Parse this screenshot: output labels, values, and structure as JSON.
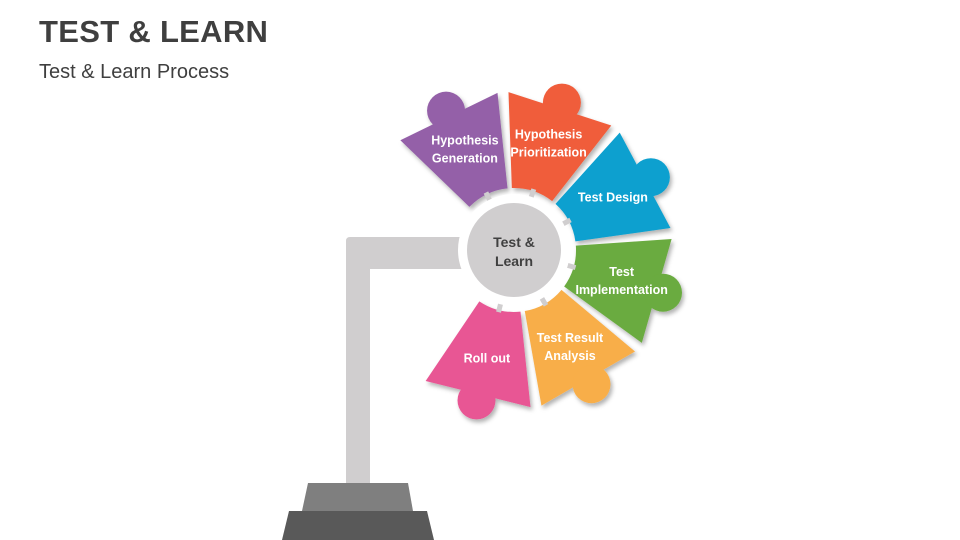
{
  "header": {
    "title": "TEST & LEARN",
    "subtitle": "Test & Learn Process"
  },
  "diagram": {
    "center": {
      "lines": [
        "Test &",
        "Learn"
      ],
      "color": "#d0cecf"
    },
    "stand": {
      "pole_color": "#d0cecf",
      "base_top_color": "#7f7f7f",
      "base_bottom_color": "#595959"
    },
    "segments": [
      {
        "lines": [
          "Hypothesis",
          "Generation"
        ],
        "color": "#9461a8"
      },
      {
        "lines": [
          "Hypothesis",
          "Prioritization"
        ],
        "color": "#f05d3b"
      },
      {
        "lines": [
          "Test Design"
        ],
        "color": "#0aa0cf"
      },
      {
        "lines": [
          "Test",
          "Implementation"
        ],
        "color": "#6aab3f"
      },
      {
        "lines": [
          "Test Result",
          "Analysis"
        ],
        "color": "#f8ae48"
      },
      {
        "lines": [
          "Roll out"
        ],
        "color": "#e85794"
      }
    ]
  }
}
